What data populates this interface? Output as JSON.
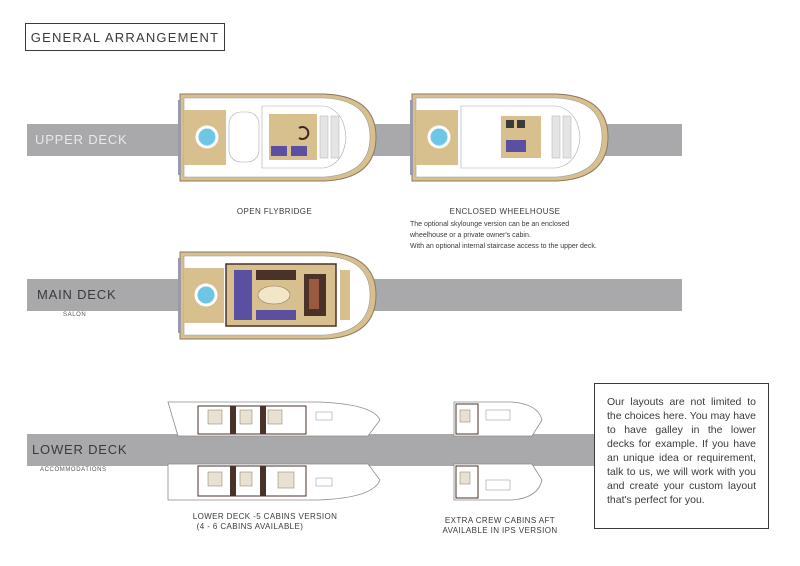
{
  "title": "GENERAL ARRANGEMENT",
  "decks": {
    "upper": {
      "label": "UPPER DECK"
    },
    "main": {
      "label": "MAIN DECK",
      "sub": "SALON"
    },
    "lower": {
      "label": "LOWER DECK",
      "sub": "ACCOMMODATIONS"
    }
  },
  "captions": {
    "open_flybridge": "OPEN FLYBRIDGE",
    "enclosed_wheelhouse": "ENCLOSED WHEELHOUSE",
    "wheelhouse_note_1": "The optional skylounge version can be an enclosed",
    "wheelhouse_note_2": "wheelhouse or a private owner's cabin.",
    "wheelhouse_note_3": "With an optional internal staircase access to the upper deck.",
    "lower_5_cabins_1": "LOWER DECK -5 CABINS VERSION",
    "lower_5_cabins_2": "(4 - 6 CABINS AVAILABLE)",
    "crew_1": "EXTRA CREW CABINS AFT",
    "crew_2": "AVAILABLE IN IPS VERSION"
  },
  "info_text": "Our layouts are not limited to the choices here. You may have to have galley in the lower decks for example. If you have an unique idea or requirement, talk to us, we will work with you and create your custom layout that's perfect for you.",
  "colors": {
    "band": "#a9a9ab",
    "deck_wood": "#d8bf8e",
    "hull_white": "#ffffff",
    "furniture": "#5a4fa0",
    "dark_wood": "#4a3228"
  }
}
